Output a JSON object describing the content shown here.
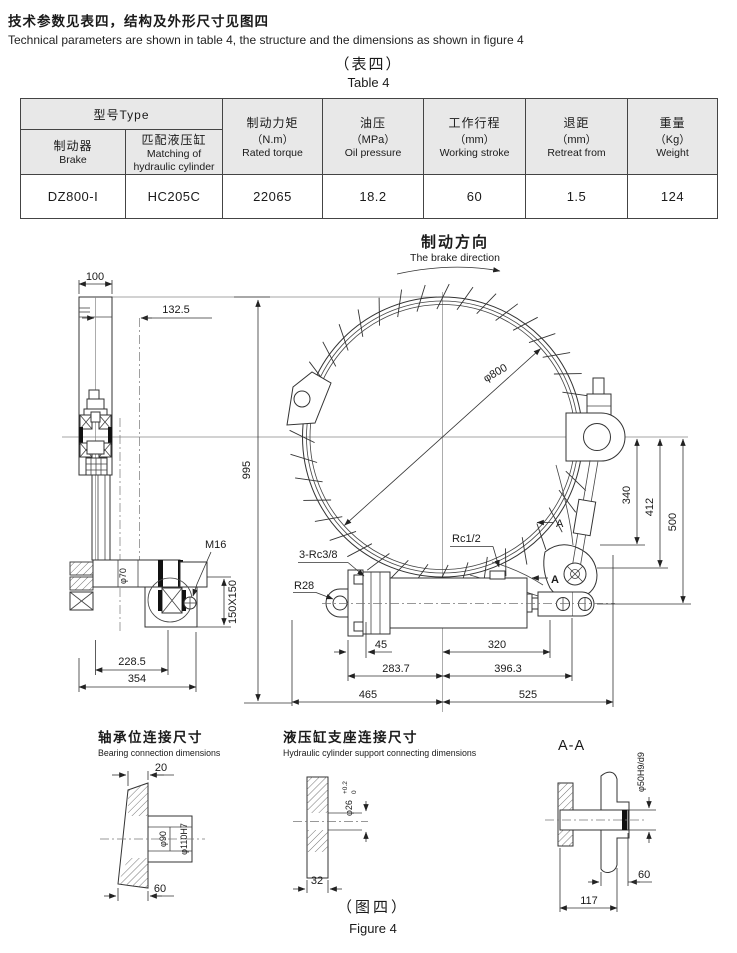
{
  "page": {
    "title_cn": "技术参数见表四，结构及外形尺寸见图四",
    "title_en": "Technical parameters are shown in table 4, the structure and the dimensions as shown in figure 4",
    "table_caption_cn": "（表四）",
    "table_caption_en": "Table 4",
    "figure_caption_cn": "（图四）",
    "figure_caption_en": "Figure 4"
  },
  "table": {
    "type_header": "型号Type",
    "col_brake": {
      "cn": "制动器",
      "en": "Brake"
    },
    "col_cylinder": {
      "cn": "匹配液压缸",
      "en1": "Matching of",
      "en2": "hydraulic cylinder"
    },
    "col_torque": {
      "cn": "制动力矩",
      "unit": "（N.m）",
      "en": "Rated torque"
    },
    "col_oil": {
      "cn": "油压",
      "unit": "（MPa）",
      "en": "Oil pressure"
    },
    "col_stroke": {
      "cn": "工作行程",
      "unit": "（mm）",
      "en": "Working stroke"
    },
    "col_retreat": {
      "cn": "退距",
      "unit": "（mm）",
      "en": "Retreat from"
    },
    "col_weight": {
      "cn": "重量",
      "unit": "（Kg）",
      "en": "Weight"
    },
    "row": {
      "brake": "DZ800-I",
      "cylinder": "HC205C",
      "torque": "22065",
      "oil": "18.2",
      "stroke": "60",
      "retreat": "1.5",
      "weight": "124"
    }
  },
  "drawing": {
    "direction_cn": "制动方向",
    "direction_en": "The brake direction",
    "dims": {
      "d100": "100",
      "d132_5": "132.5",
      "d995": "995",
      "m16": "M16",
      "phi70": "φ70",
      "sq150": "150X150",
      "d228_5": "228.5",
      "d354": "354",
      "phi800": "φ800",
      "rc12": "Rc1/2",
      "rc38": "3-Rc3/8",
      "r28": "R28",
      "a": "A",
      "d45": "45",
      "d320": "320",
      "d283_7": "283.7",
      "d396_3": "396.3",
      "d465": "465",
      "d525": "525",
      "d340": "340",
      "d412": "412",
      "d500": "500"
    }
  },
  "details": {
    "bearing": {
      "title_cn": "轴承位连接尺寸",
      "title_en": "Bearing connection dimensions",
      "d20": "20",
      "phi90": "φ90",
      "phi110": "φ110H7",
      "d60": "60"
    },
    "support": {
      "title_cn": "液压缸支座连接尺寸",
      "title_en": "Hydraulic cylinder support connecting dimensions",
      "phi26": "φ26",
      "tol_plus": "+0.2",
      "tol_zero": "0",
      "d32": "32"
    },
    "section": {
      "title": "A-A",
      "phi50": "φ50H9/d9",
      "d60": "60",
      "d117": "117"
    }
  }
}
